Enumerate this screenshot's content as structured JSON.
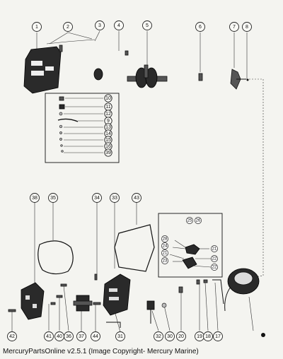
{
  "footer": {
    "text": "MercuryPartsOnline v2.5.1 (Image Copyright- Mercury Marine)"
  },
  "callouts": [
    "1",
    "2",
    "3",
    "4",
    "5",
    "6",
    "7",
    "8",
    "10",
    "11",
    "12",
    "9",
    "13",
    "14",
    "15",
    "16",
    "39",
    "38",
    "35",
    "34",
    "33",
    "43",
    "42",
    "41",
    "40",
    "36",
    "37",
    "44",
    "31",
    "32",
    "30",
    "20",
    "19",
    "18",
    "17"
  ],
  "inset_a": [
    "10",
    "11",
    "12",
    "9",
    "13",
    "14",
    "15",
    "16"
  ],
  "inset_b": [
    "25",
    "26",
    "28",
    "24",
    "21",
    "23",
    "21",
    "22",
    "22"
  ]
}
